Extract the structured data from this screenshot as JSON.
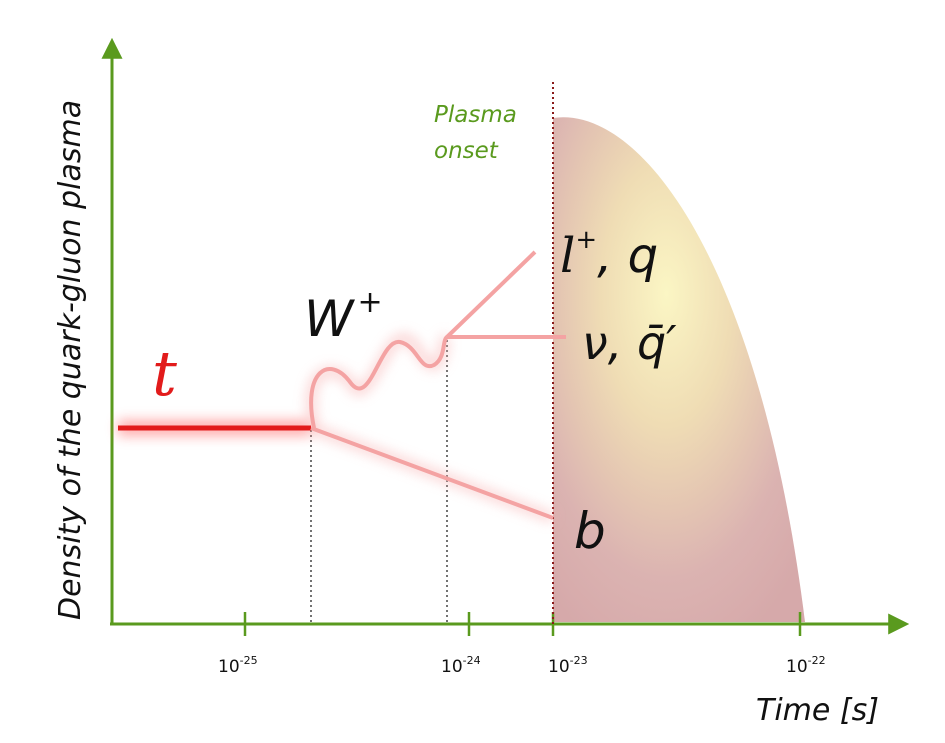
{
  "axes": {
    "x_title": "Time [s]",
    "y_title": "Density of the quark-gluon plasma",
    "ticks": [
      {
        "base": "10",
        "exp": "-25"
      },
      {
        "base": "10",
        "exp": "-24"
      },
      {
        "base": "10",
        "exp": "-23"
      },
      {
        "base": "10",
        "exp": "-22"
      }
    ]
  },
  "onset": {
    "line1": "Plasma",
    "line2": "onset"
  },
  "particles": {
    "top": "t",
    "w_boson": "W",
    "w_charge": "+",
    "lepton": "l",
    "lepton_charge": "+",
    "lepton_sep": ", q",
    "neutrino": "ν, q̄′",
    "bottom": "b"
  },
  "colors": {
    "axis": "#5a9a1e",
    "top_quark": "#e21b1b",
    "decay_lines": "#f4a3a3",
    "onset_line": "#8b1a1a",
    "plasma_fill": "#d9aeb0",
    "plasma_glow": "#fbf5c2"
  }
}
